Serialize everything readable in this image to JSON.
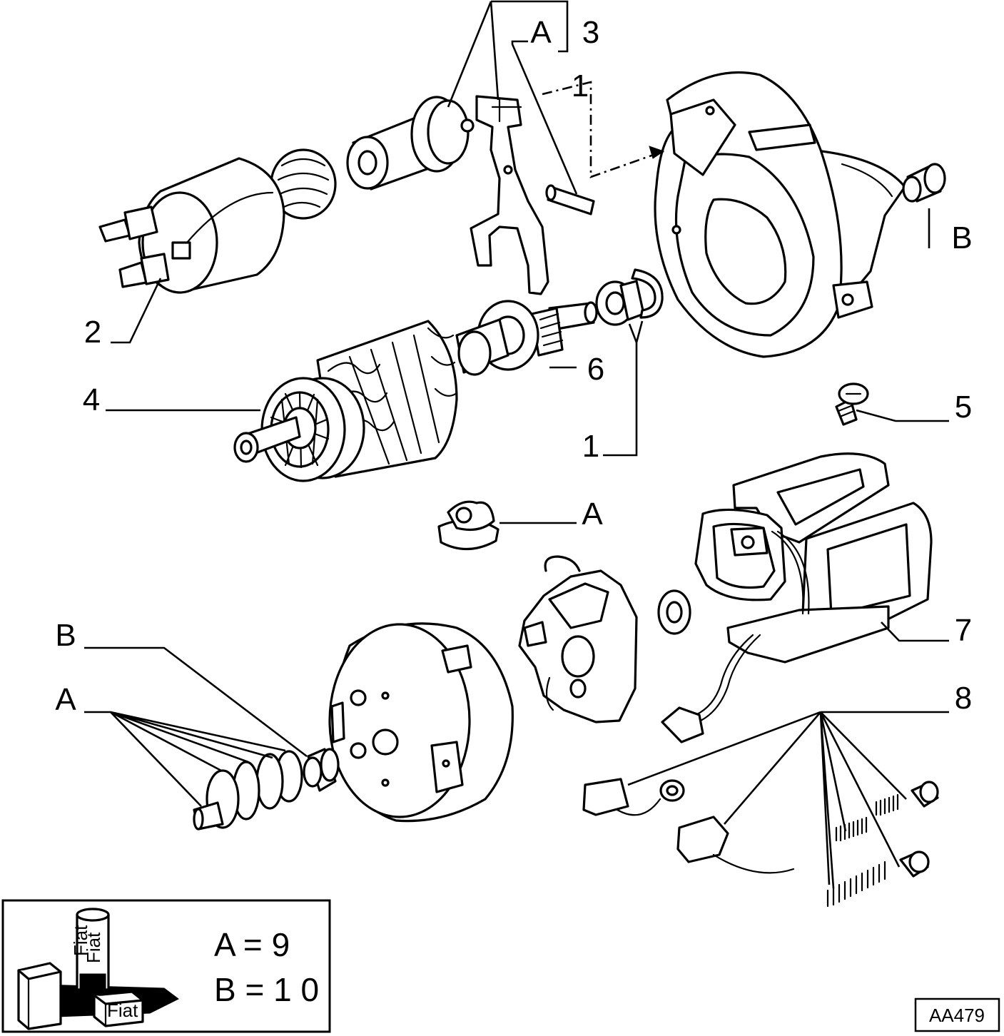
{
  "callouts": {
    "c1_top": "1",
    "c1": "1",
    "c2": "2",
    "c3": "3",
    "c4": "4",
    "c5": "5",
    "c6": "6",
    "c7": "7",
    "c8": "8",
    "cA_top": "A",
    "cA_mid": "A",
    "cA_left": "A",
    "cB_right": "B",
    "cB_left": "B"
  },
  "legend": {
    "line_a": "A = 9",
    "line_b": "B = 1 0",
    "can_label_1": "Fiat",
    "can_label_2": "Fiat",
    "box_label": "Fiat"
  },
  "reference_code": "AA479"
}
